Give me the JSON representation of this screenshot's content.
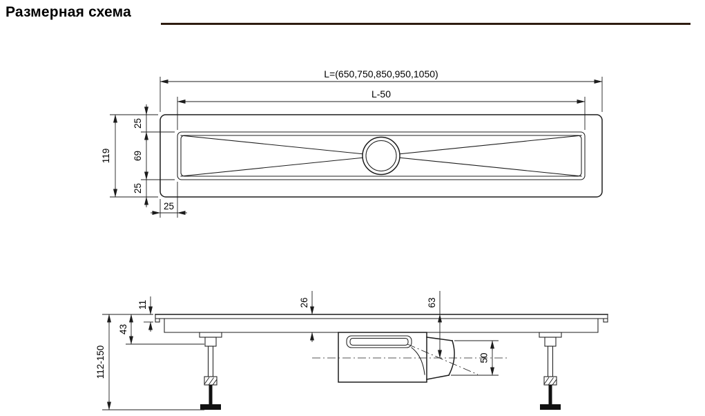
{
  "title": "Размерная схема",
  "accent_color": "#2e1c10",
  "top_view": {
    "dims": {
      "total_length": "L=(650,750,850,950,1050)",
      "grate_length": "L-50",
      "total_width": "119",
      "edge_top": "25",
      "grate_width": "69",
      "edge_bottom": "25",
      "edge_left": "25"
    }
  },
  "section_view": {
    "dims": {
      "lip_height": "11",
      "body_height": "43",
      "install_height": "112-150",
      "channel_depth": "26",
      "outlet_axis_depth": "63",
      "outlet_diameter": "50"
    }
  }
}
